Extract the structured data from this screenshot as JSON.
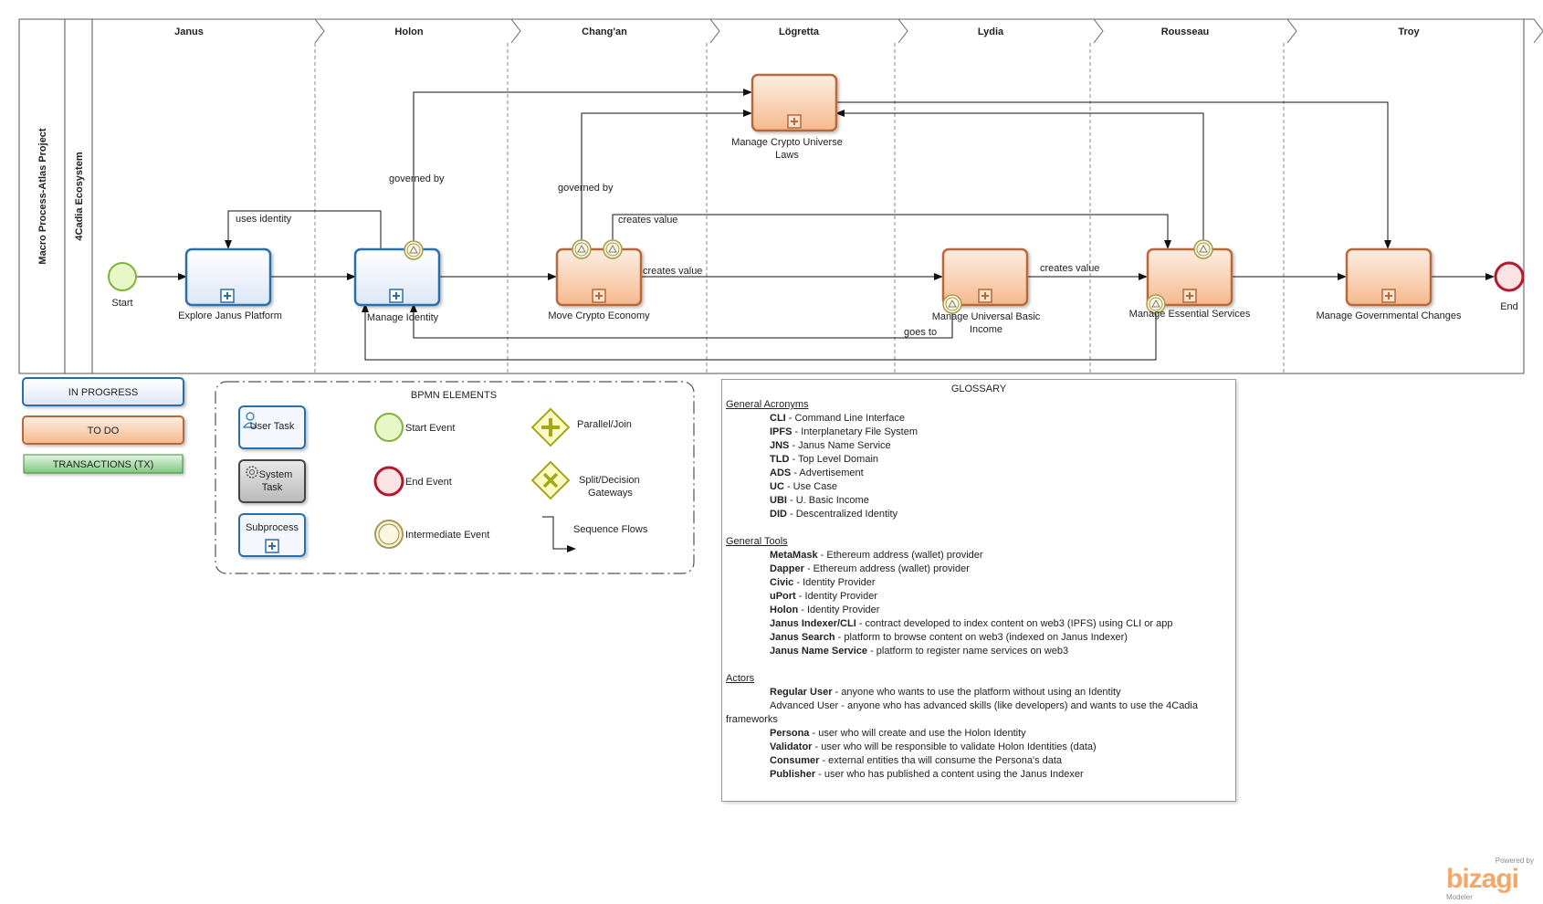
{
  "pool": {
    "title": "Macro Process-Atlas Project",
    "lane": "4Cadia Ecosystem"
  },
  "columns": [
    "Janus",
    "Holon",
    "Chang'an",
    "Lögretta",
    "Lydia",
    "Rousseau",
    "Troy"
  ],
  "events": {
    "start": "Start",
    "end": "End"
  },
  "tasks": {
    "explore": "Explore Janus Platform",
    "identity": "Manage Identity",
    "crypto_economy": "Move Crypto Economy",
    "laws_line1": "Manage Crypto Universe",
    "laws_line2": "Laws",
    "ubi_line1": "Manage Universal Basic",
    "ubi_line2": "Income",
    "essential": "Manage Essential Services",
    "governmental": "Manage Governmental Changes"
  },
  "flow_labels": {
    "uses_identity": "uses identity",
    "governed_by_1": "governed by",
    "governed_by_2": "governed by",
    "creates_value_1": "creates value",
    "creates_value_2": "creates value",
    "creates_value_3": "creates value",
    "goes_to": "goes to"
  },
  "status_legend": {
    "in_progress": "IN PROGRESS",
    "to_do": "TO DO",
    "transactions": "TRANSACTIONS (TX)"
  },
  "bpmn_legend": {
    "title": "BPMN ELEMENTS",
    "user_task": "User Task",
    "system_task_1": "System",
    "system_task_2": "Task",
    "subprocess": "Subprocess",
    "start_event": "Start Event",
    "end_event": "End Event",
    "intermediate_event": "Intermediate Event",
    "parallel": "Parallel/Join",
    "split_1": "Split/Decision",
    "split_2": "Gateways",
    "sequence": "Sequence Flows"
  },
  "glossary": {
    "title": "GLOSSARY",
    "sections": [
      {
        "heading": "General Acronyms",
        "rows": [
          {
            "term": "CLI",
            "desc": " - Command Line Interface"
          },
          {
            "term": "IPFS",
            "desc": " - Interplanetary File System"
          },
          {
            "term": "JNS",
            "desc": " - Janus Name Service"
          },
          {
            "term": "TLD",
            "desc": " - Top Level Domain"
          },
          {
            "term": "ADS",
            "desc": " - Advertisement"
          },
          {
            "term": "UC",
            "desc": " - Use Case"
          },
          {
            "term": "UBI",
            "desc": " - U. Basic Income"
          },
          {
            "term": "DID",
            "desc": " - Descentralized Identity"
          }
        ]
      },
      {
        "heading": "General Tools",
        "rows": [
          {
            "term": "MetaMask",
            "desc": " - Ethereum address (wallet) provider"
          },
          {
            "term": "Dapper",
            "desc": " - Ethereum address (wallet) provider"
          },
          {
            "term": "Civic",
            "desc": " - Identity Provider"
          },
          {
            "term": "uPort",
            "desc": " - Identity Provider"
          },
          {
            "term": "Holon",
            "desc": " - Identity Provider"
          },
          {
            "term": "Janus Indexer/CLI",
            "desc": " - contract developed to index content on web3 (IPFS) using CLI or app"
          },
          {
            "term": "Janus Search",
            "desc": " - platform to browse content on web3 (indexed on Janus Indexer)"
          },
          {
            "term": "Janus Name Service",
            "desc": " - platform to register name services on web3"
          }
        ]
      },
      {
        "heading": "Actors",
        "rows": [
          {
            "term": "Regular User",
            "desc": " - anyone who wants to use the platform without using an Identity"
          },
          {
            "term": "",
            "desc": "Advanced User - anyone who has advanced skills (like developers) and wants to use the 4Cadia frameworks",
            "wrap": true
          },
          {
            "term": "Persona",
            "desc": " - user who will create and use the Holon Identity"
          },
          {
            "term": "Validator",
            "desc": " - user who will be responsible to validate Holon Identities (data)"
          },
          {
            "term": "Consumer",
            "desc": " - external entities tha will consume the Persona's data"
          },
          {
            "term": "Publisher",
            "desc": " - user who has published a content using the Janus Indexer"
          }
        ]
      }
    ]
  },
  "logo": {
    "powered": "Powered by",
    "brand": "bizagi",
    "product": "Modeler"
  },
  "colors": {
    "in_progress_fill": "#eef2fc",
    "in_progress_stroke": "#2a6fa8",
    "to_do_fill": "#f9d3b4",
    "to_do_stroke": "#b8693a",
    "tx_fill": "#9fd69f",
    "start_fill": "#e8f7c8",
    "start_stroke": "#7fb23a",
    "end_stroke": "#b4182a",
    "gateway_fill": "#fbfbc4",
    "gateway_stroke": "#a6a619"
  }
}
